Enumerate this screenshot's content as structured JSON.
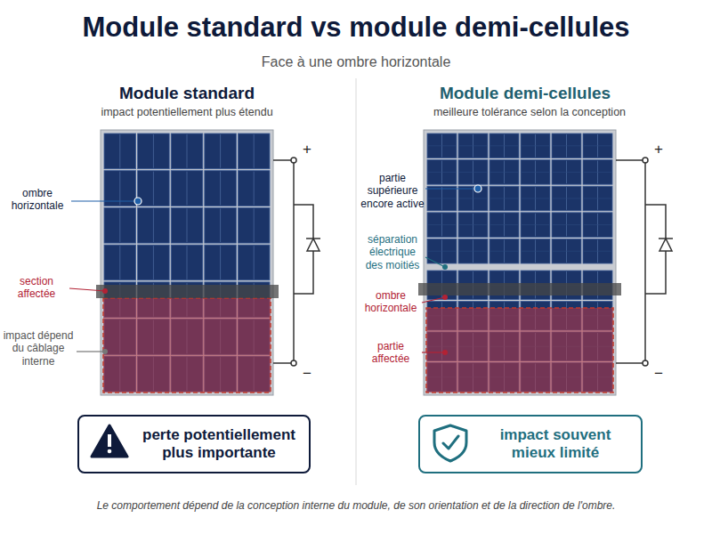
{
  "diagram": {
    "title": "Module standard vs module demi-cellules",
    "caption": "Le comportement dépend de la conception interne du module, de son orientation et de la direction de l'ombre.",
    "nodes": [
      {
        "text": [
          "perte potentiellement plus importante"
        ]
      },
      {
        "text": [
          "impact souvent mieux limité"
        ]
      }
    ],
    "labels": [
      "Face à une ombre horizontale",
      "Module standard",
      "impact potentiellement plus étendu",
      "+",
      "−",
      "ombre horizontale",
      "section affectée",
      "impact dépend du câblage interne",
      "Module demi-cellules",
      "meilleure tolérance selon la conception",
      "+",
      "−",
      "partie supérieure encore active",
      "séparation électrique des moitiés",
      "ombre horizontale",
      "partie affectée"
    ]
  }
}
